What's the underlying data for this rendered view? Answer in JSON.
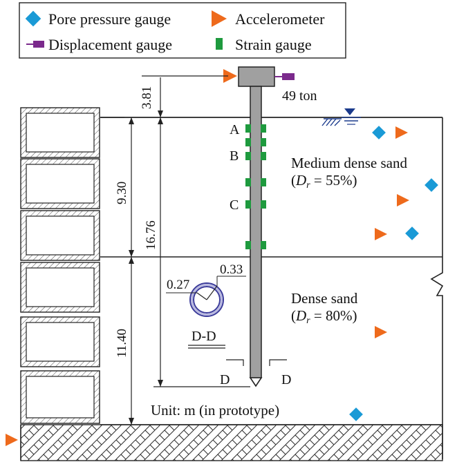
{
  "legend": {
    "pore_pressure": "Pore pressure gauge",
    "accelerometer": "Accelerometer",
    "displacement": "Displacement gauge",
    "strain": "Strain gauge"
  },
  "load": {
    "label": "49 ton"
  },
  "layers": {
    "upper": {
      "name": "Medium dense sand",
      "dr_prefix": "(",
      "dr_var": "D",
      "dr_sub": "r",
      "dr_value": " = 55%)"
    },
    "lower": {
      "name": "Dense sand",
      "dr_prefix": "(",
      "dr_var": "D",
      "dr_sub": "r",
      "dr_value": " = 80%)"
    }
  },
  "dimensions": {
    "top": "3.81",
    "upper_layer": "9.30",
    "embedded": "16.76",
    "lower_layer": "11.40",
    "inner_radius": "0.27",
    "outer_radius": "0.33"
  },
  "strain_labels": {
    "a": "A",
    "b": "B",
    "c": "C"
  },
  "section": {
    "title": "D-D",
    "left": "D",
    "right": "D"
  },
  "unit_note": "Unit: m (in prototype)",
  "colors": {
    "pore_pressure": "#1a9ad6",
    "accelerometer": "#ee6a1c",
    "displacement": "#7b2a8c",
    "strain": "#1e9a3e",
    "pile": "#a0a0a0",
    "pipe": "#3b3b9a"
  }
}
